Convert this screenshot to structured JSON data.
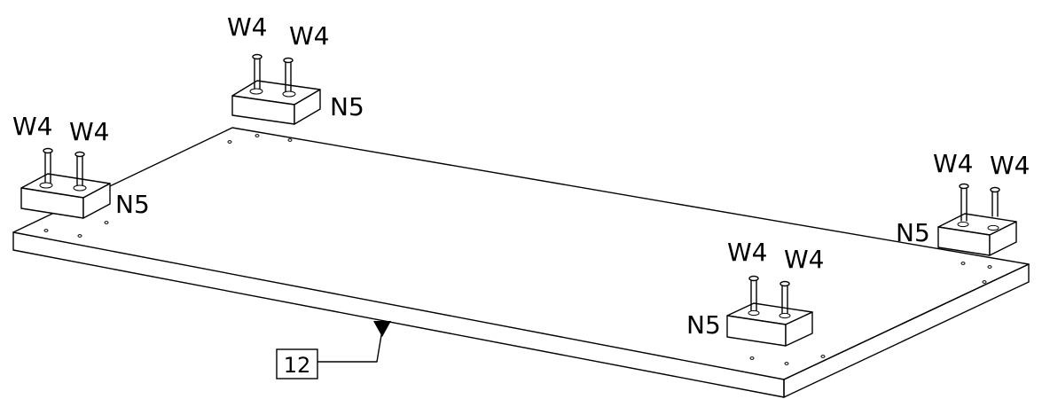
{
  "labels": {
    "screw": "W4",
    "foot": "N5",
    "panel_callout": "12"
  },
  "colors": {
    "line": "#000000",
    "background": "#ffffff"
  }
}
